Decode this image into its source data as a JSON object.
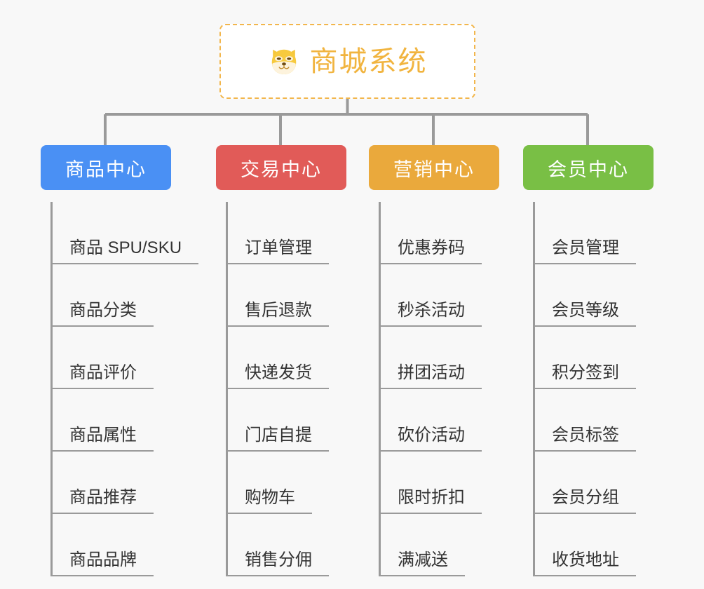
{
  "page": {
    "background_color": "#f8f8f8",
    "connector_color": "#9a9a9a"
  },
  "root": {
    "title": "商城系统",
    "icon": "shiba-dog-icon",
    "border_color": "#f2b64c",
    "text_color": "#f1b43f",
    "background_color": "#ffffff"
  },
  "branches": [
    {
      "label": "商品中心",
      "color": "#4a90f4",
      "items": [
        "商品 SPU/SKU",
        "商品分类",
        "商品评价",
        "商品属性",
        "商品推荐",
        "商品品牌"
      ]
    },
    {
      "label": "交易中心",
      "color": "#e15b58",
      "items": [
        "订单管理",
        "售后退款",
        "快递发货",
        "门店自提",
        "购物车",
        "销售分佣"
      ]
    },
    {
      "label": "营销中心",
      "color": "#eaa93c",
      "items": [
        "优惠券码",
        "秒杀活动",
        "拼团活动",
        "砍价活动",
        "限时折扣",
        "满减送"
      ]
    },
    {
      "label": "会员中心",
      "color": "#79bf45",
      "items": [
        "会员管理",
        "会员等级",
        "积分签到",
        "会员标签",
        "会员分组",
        "收货地址"
      ]
    }
  ]
}
